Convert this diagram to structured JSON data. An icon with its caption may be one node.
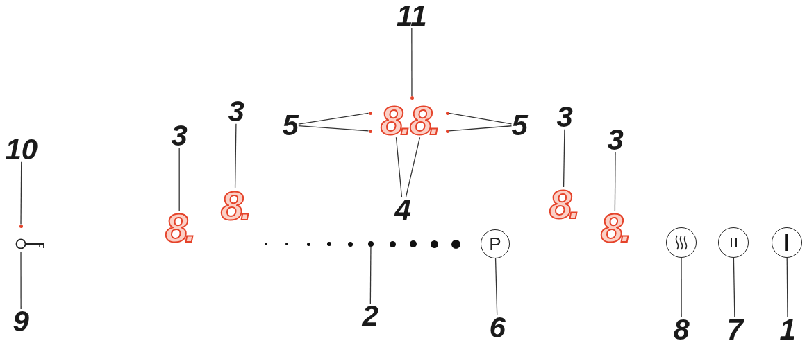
{
  "diagram": {
    "nodes": [
      {
        "text": [
          "11"
        ]
      },
      {
        "text": [],
        "shape": "circle"
      },
      {
        "text": [
          "5"
        ]
      },
      {
        "text": [],
        "shape": "circle"
      },
      {
        "text": [],
        "shape": "circle"
      },
      {
        "text": [
          "8."
        ]
      },
      {
        "text": [
          "8."
        ]
      },
      {
        "text": [],
        "shape": "circle"
      },
      {
        "text": [],
        "shape": "circle"
      },
      {
        "text": [
          "5"
        ]
      },
      {
        "text": [
          "4"
        ]
      },
      {
        "text": [
          "10"
        ]
      },
      {
        "text": [],
        "shape": "circle"
      },
      {
        "text": [],
        "shape": "picture"
      },
      {
        "text": [
          "9"
        ]
      },
      {
        "text": [
          "3"
        ]
      },
      {
        "text": [
          "8."
        ]
      },
      {
        "text": [
          "3"
        ]
      },
      {
        "text": [
          "8."
        ]
      },
      {
        "text": [
          "3"
        ]
      },
      {
        "text": [
          "8."
        ]
      },
      {
        "text": [
          "3"
        ]
      },
      {
        "text": [
          "8."
        ]
      },
      {
        "text": [],
        "shape": "circle"
      },
      {
        "text": [],
        "shape": "circle"
      },
      {
        "text": [],
        "shape": "circle"
      },
      {
        "text": [],
        "shape": "circle"
      },
      {
        "text": [],
        "shape": "circle"
      },
      {
        "text": [],
        "shape": "circle"
      },
      {
        "text": [],
        "shape": "circle"
      },
      {
        "text": [],
        "shape": "circle"
      },
      {
        "text": [],
        "shape": "circle"
      },
      {
        "text": [],
        "shape": "circle"
      },
      {
        "text": [
          "2"
        ]
      },
      {
        "text": [
          "P"
        ]
      },
      {
        "text": [
          "6"
        ]
      },
      {
        "text": [],
        "shape": "circle"
      },
      {
        "text": [
          "8"
        ]
      },
      {
        "text": [],
        "shape": "circle"
      },
      {
        "text": [
          "7"
        ]
      },
      {
        "text": [],
        "shape": "circle"
      },
      {
        "text": [
          "1"
        ]
      }
    ],
    "edges": [
      {
        "from": 0,
        "to": 1,
        "arrow": "none"
      },
      {
        "from": 2,
        "to": 3,
        "arrow": "none"
      },
      {
        "from": 2,
        "to": 4,
        "arrow": "none"
      },
      {
        "from": 9,
        "to": 7,
        "arrow": "none"
      },
      {
        "from": 9,
        "to": 8,
        "arrow": "none"
      },
      {
        "from": 10,
        "to": 5,
        "arrow": "none"
      },
      {
        "from": 10,
        "to": 6,
        "arrow": "none"
      },
      {
        "from": 11,
        "to": 12,
        "arrow": "none"
      },
      {
        "from": 14,
        "to": 13,
        "arrow": "none"
      },
      {
        "from": 15,
        "to": 16,
        "arrow": "none"
      },
      {
        "from": 17,
        "to": 18,
        "arrow": "none"
      },
      {
        "from": 19,
        "to": 20,
        "arrow": "none"
      },
      {
        "from": 21,
        "to": 22,
        "arrow": "none"
      },
      {
        "from": 33,
        "to": 28,
        "arrow": "none"
      },
      {
        "from": 35,
        "to": 34,
        "arrow": "none"
      },
      {
        "from": 37,
        "to": 36,
        "arrow": "none"
      },
      {
        "from": 39,
        "to": 38,
        "arrow": "none"
      },
      {
        "from": 41,
        "to": 40,
        "arrow": "none"
      }
    ]
  }
}
